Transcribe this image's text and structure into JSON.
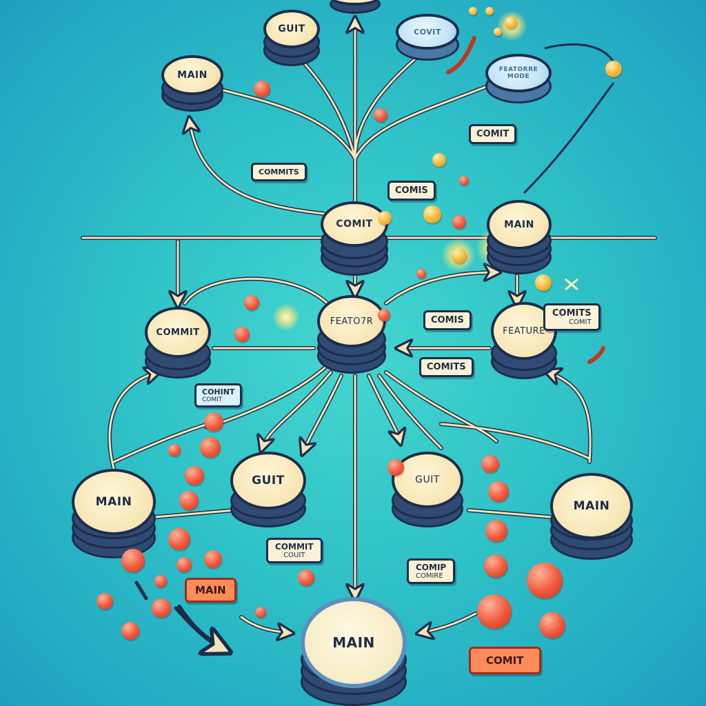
{
  "diagram": {
    "nodes": [
      {
        "id": "n-top-guit",
        "label": "GUIT"
      },
      {
        "id": "n-top-covit",
        "label": "COVIT"
      },
      {
        "id": "n-top-feature-mode",
        "label": "FEATORRE MODE"
      },
      {
        "id": "n-main-top-left",
        "label": "MAIN"
      },
      {
        "id": "n-commit-center",
        "label": "COMIT"
      },
      {
        "id": "n-main-right",
        "label": "MAIN"
      },
      {
        "id": "n-commit-left",
        "label": "COMMIT"
      },
      {
        "id": "n-feature-center",
        "label": "FEATO7R"
      },
      {
        "id": "n-feature-right",
        "label": "FEATURE"
      },
      {
        "id": "n-main-bottom-left",
        "label": "MAIN"
      },
      {
        "id": "n-guit-left",
        "label": "GUIT"
      },
      {
        "id": "n-guit-right",
        "label": "GUIT"
      },
      {
        "id": "n-main-bottom-right",
        "label": "MAIN"
      },
      {
        "id": "n-main-bottom",
        "label": "MAIN"
      }
    ],
    "tags": [
      {
        "id": "t-comit-1",
        "text": "COMIT"
      },
      {
        "id": "t-commits-1",
        "text": "COMMITS"
      },
      {
        "id": "t-comis-1",
        "text": "COMIS"
      },
      {
        "id": "t-comits-right",
        "text": "COMITS",
        "sub": "COMIT"
      },
      {
        "id": "t-comis-2",
        "text": "COMIS"
      },
      {
        "id": "t-comits-2",
        "text": "COMITS"
      },
      {
        "id": "t-cohint",
        "text": "COHINT",
        "sub": "COMIT"
      },
      {
        "id": "t-commit-lower",
        "text": "COMMIT",
        "sub": "COUIT"
      },
      {
        "id": "t-comip",
        "text": "COMIP",
        "sub": "COMIRE"
      },
      {
        "id": "t-main-orange",
        "text": "MAIN"
      },
      {
        "id": "t-comit-orange",
        "text": "COMIT"
      }
    ],
    "colors": {
      "node_top": "#f6e6b4",
      "node_stack": "#2f4a73",
      "outline": "#1d2c4a",
      "dot": "#f0573b",
      "background": "#2fc2c7"
    }
  }
}
